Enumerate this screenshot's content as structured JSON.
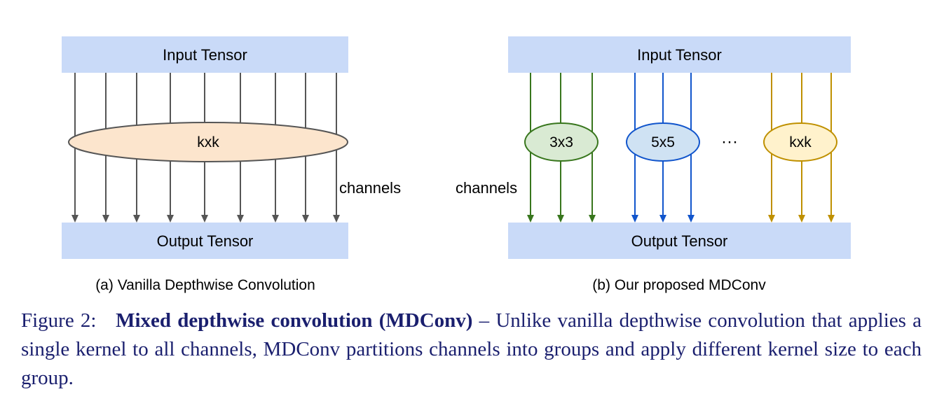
{
  "colors": {
    "tensor_fill": "#c9daf8",
    "gray_stroke": "#555555",
    "vanilla_ellipse_fill": "#fce5cd",
    "green": "#38761d",
    "green_fill": "#d9ead3",
    "blue": "#1155cc",
    "blue_fill": "#cfe2f3",
    "gold": "#bf9000",
    "gold_fill": "#fff2cc",
    "caption_text": "#1a1f6e"
  },
  "left": {
    "input_label": "Input Tensor",
    "output_label": "Output Tensor",
    "kernel_label": "kxk",
    "channels_label": "channels",
    "subcaption": "(a) Vanilla Depthwise Convolution",
    "channel_count": 9
  },
  "right": {
    "input_label": "Input Tensor",
    "output_label": "Output Tensor",
    "channels_label": "channels",
    "ellipsis": "···",
    "subcaption": "(b) Our proposed MDConv",
    "groups": [
      {
        "label": "3x3",
        "color": "green",
        "channels": 3
      },
      {
        "label": "5x5",
        "color": "blue",
        "channels": 3
      },
      {
        "label": "kxk",
        "color": "gold",
        "channels": 3
      }
    ]
  },
  "caption": {
    "figure_label": "Figure 2:",
    "title": "Mixed depthwise convolution (MDConv)",
    "body": "– Unlike vanilla depthwise convolution that applies a single kernel to all channels, MDConv partitions channels into groups and apply different kernel size to each group."
  }
}
